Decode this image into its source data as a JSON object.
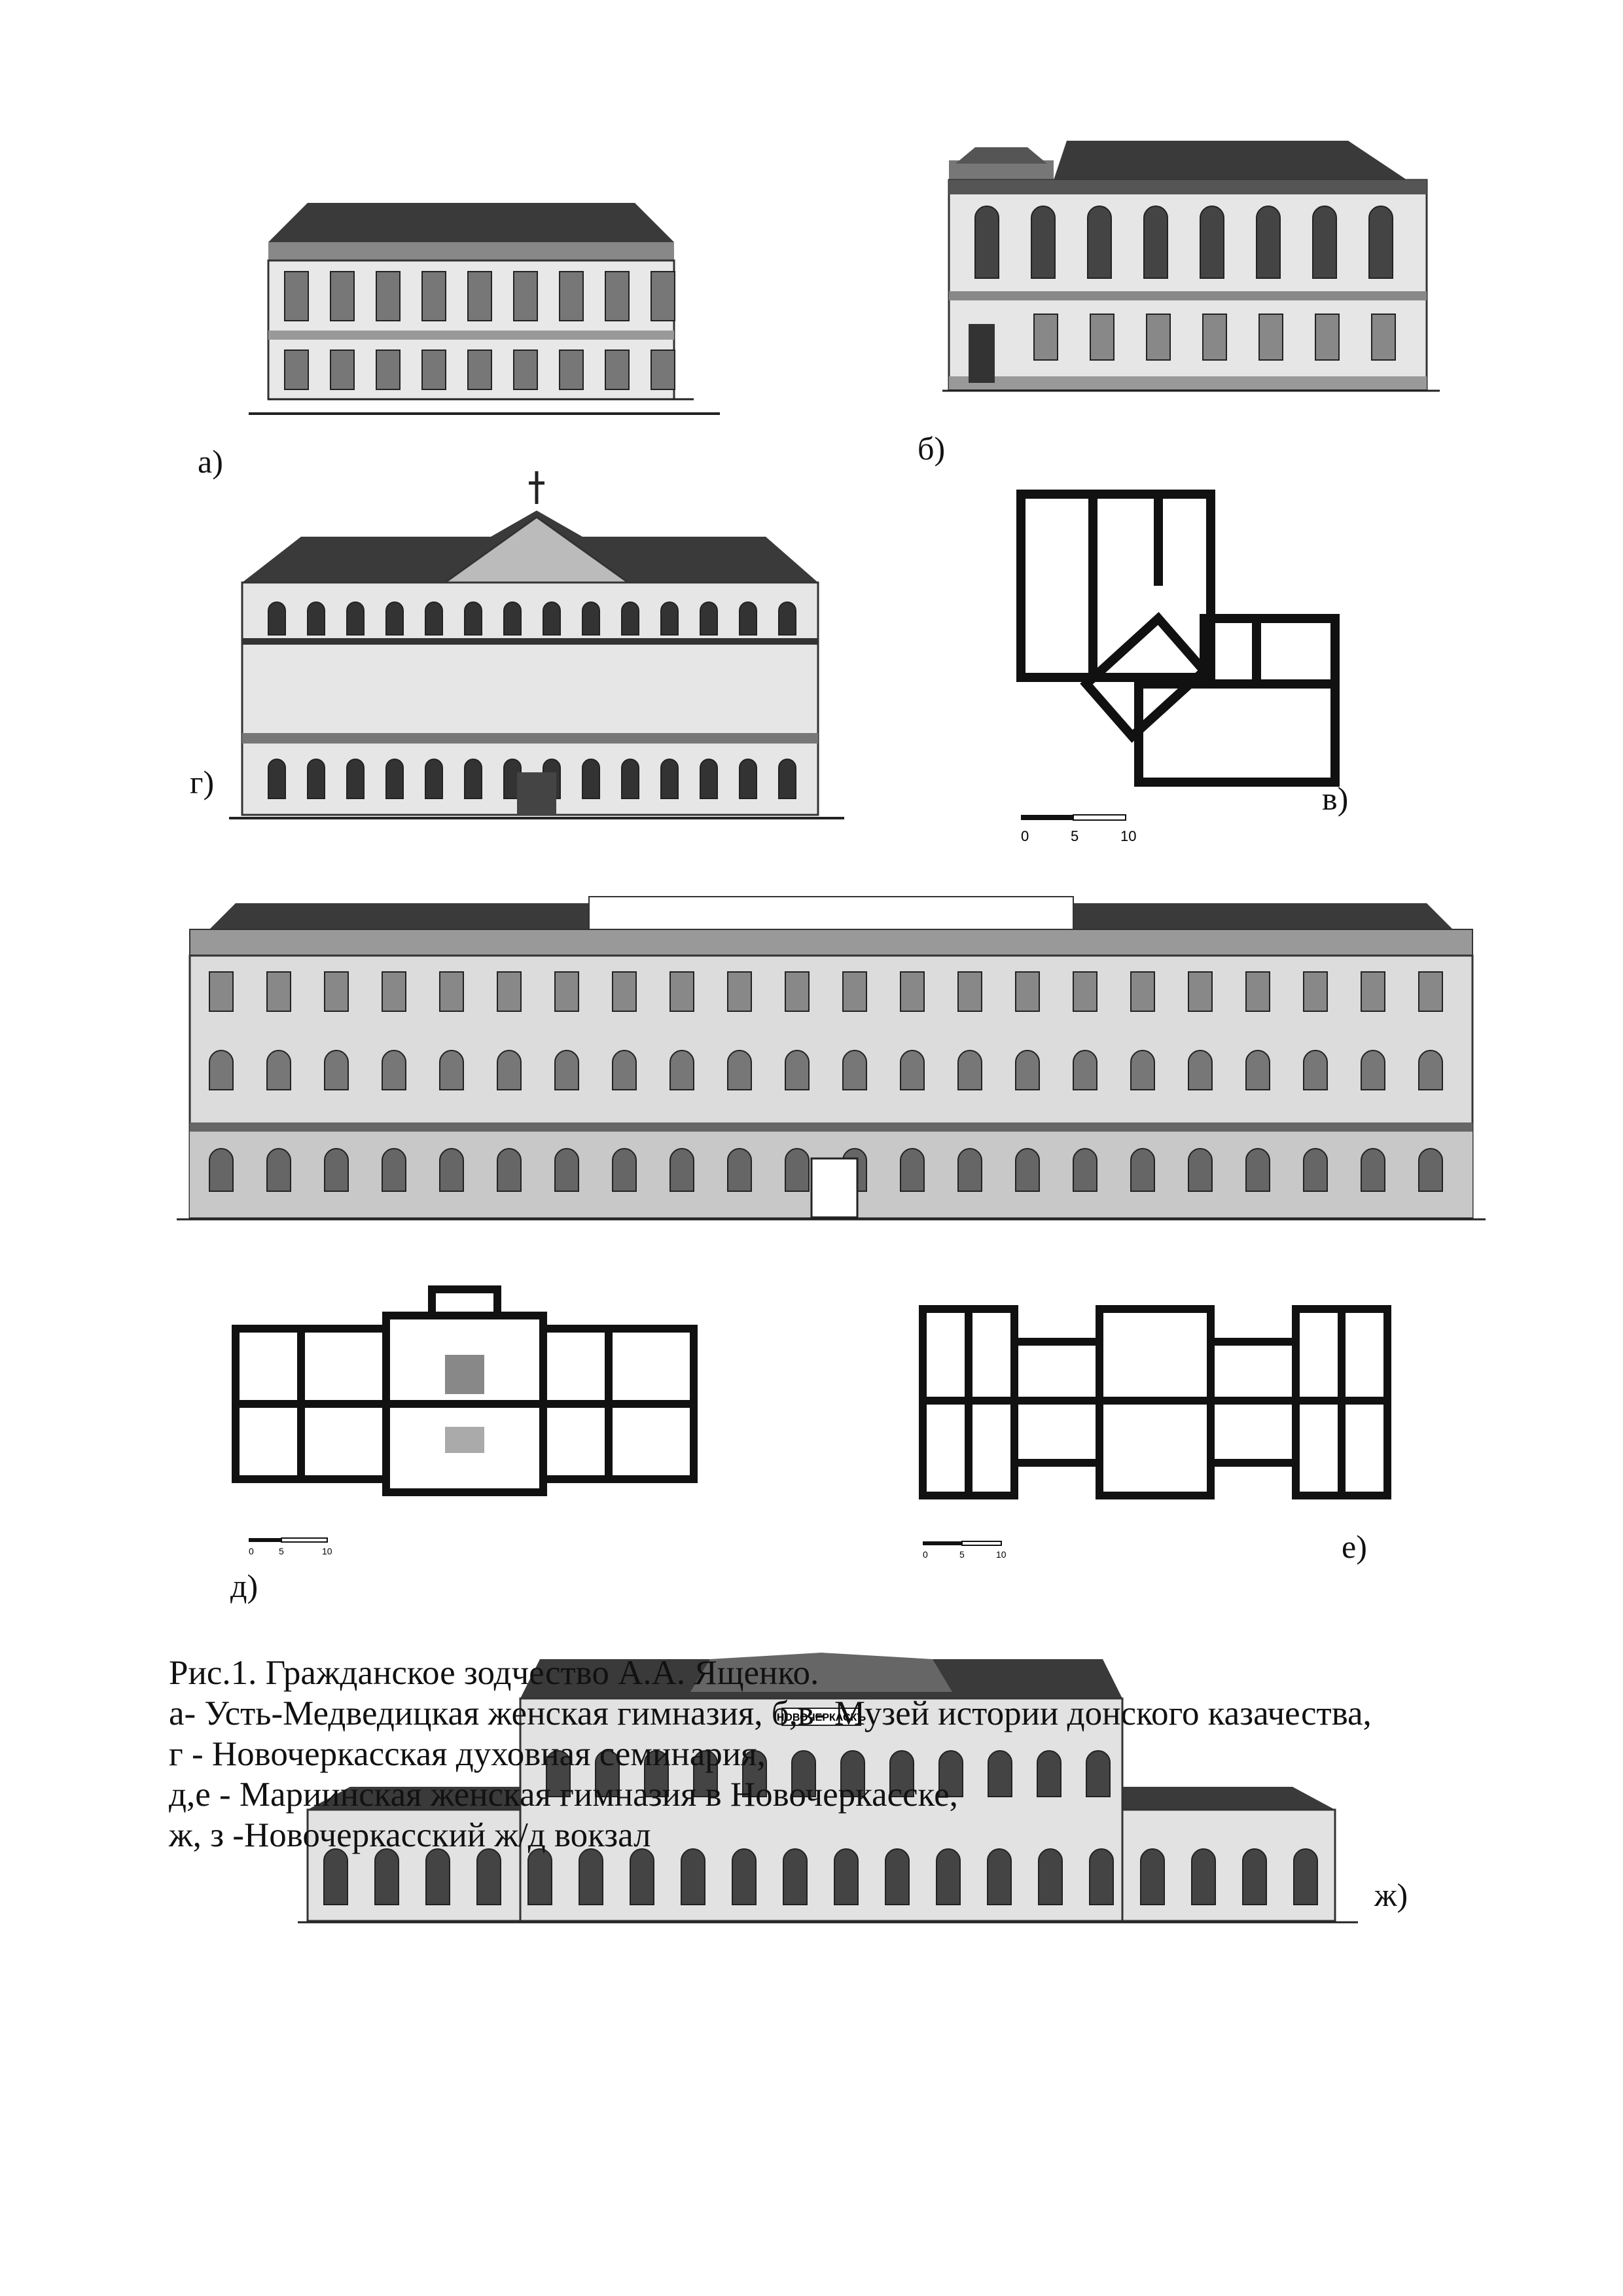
{
  "labels": {
    "a": "а)",
    "b": "б)",
    "v": "в)",
    "g": "г)",
    "d": "д)",
    "e": "е)",
    "zh": "ж)"
  },
  "sign_text": "НОВОЧЕРКАСКЪ",
  "scale_bar_v": [
    "0",
    "5",
    "10"
  ],
  "scale_bar_d": [
    "0",
    "5",
    "10"
  ],
  "scale_bar_e": [
    "0",
    "5",
    "10"
  ],
  "caption": [
    "Рис.1. Гражданское зодчество А.А. Ященко.",
    "а- Усть-Медведицкая женская гимназия, б,в- Музей истории донского казачества,",
    "г - Новочеркасская духовная семинария,",
    "д,е - Мариинская женская гимназия в Новочеркасске,",
    "ж, з -Новочеркасский ж/д  вокзал"
  ]
}
